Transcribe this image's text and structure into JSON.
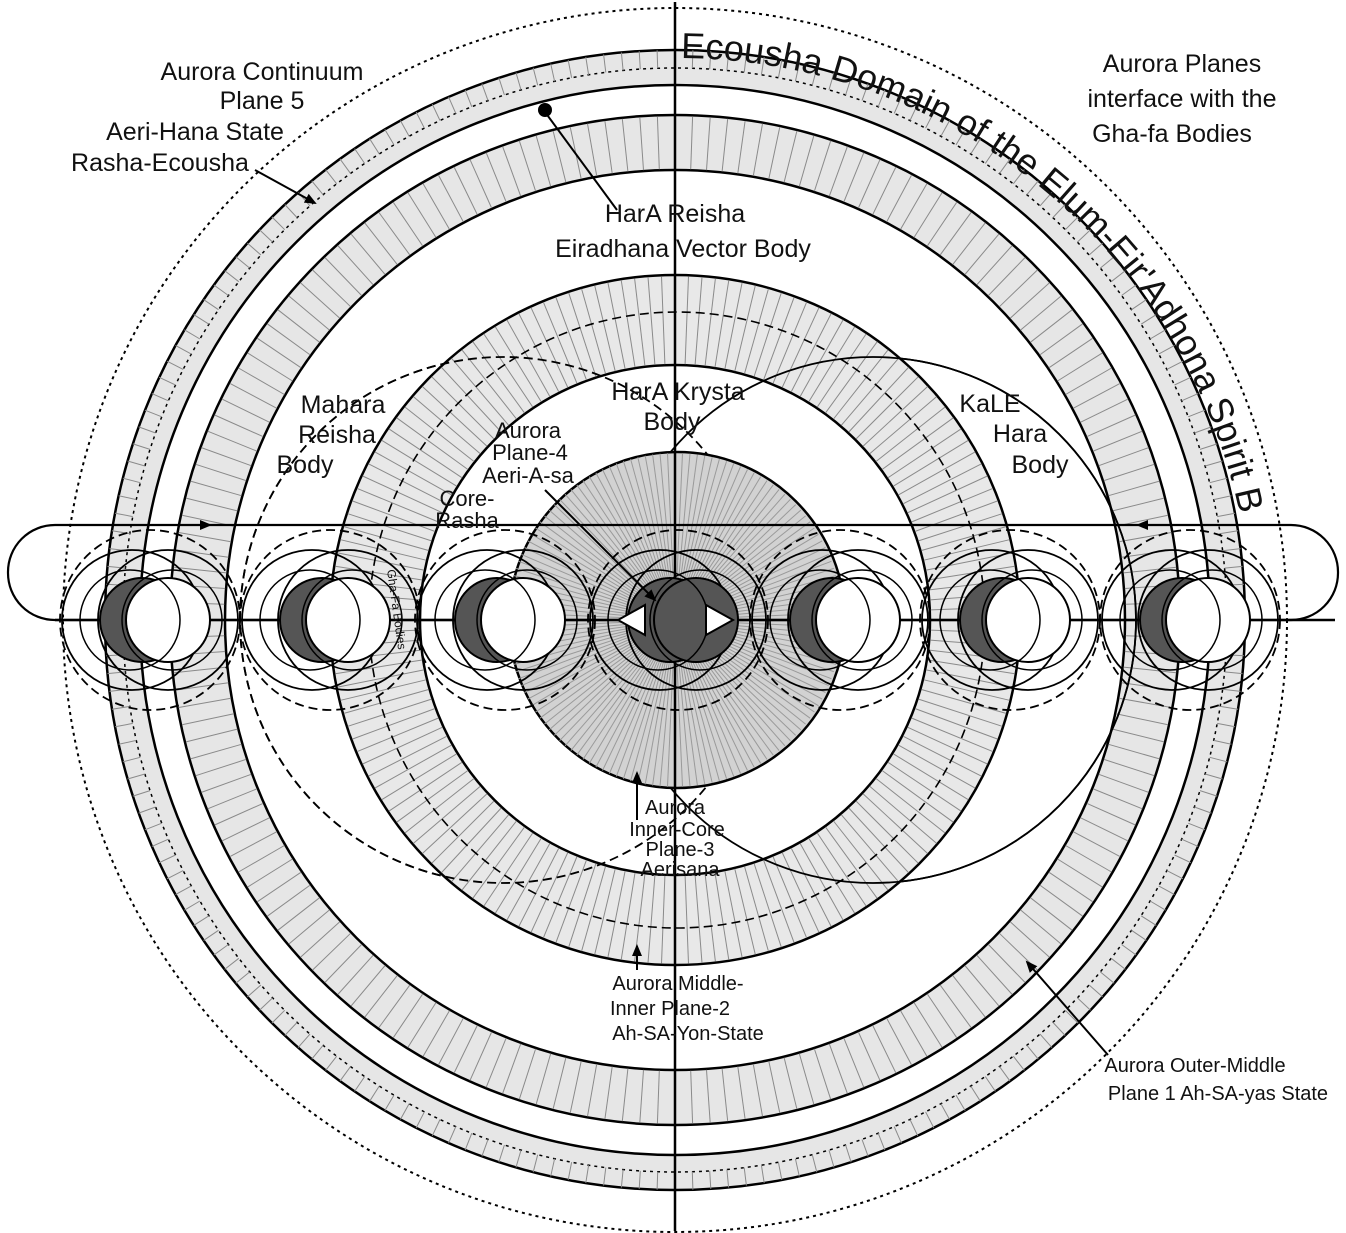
{
  "title": "Ecousha Domain of the Elum-Eir'Adhona Spirit Body",
  "labels": {
    "aurora_continuum": [
      "Aurora Continuum",
      "Plane 5",
      "Aeri-Hana State",
      "Rasha-Ecousha"
    ],
    "aurora_planes_interface": [
      "Aurora Planes",
      "interface with the",
      "Gha-fa Bodies"
    ],
    "hara_reisha": [
      "HarA Reisha",
      "Eiradhana Vector Body"
    ],
    "hara_krysta": [
      "HarA Krysta",
      "Body"
    ],
    "mahara_reisha": [
      "Mahara",
      "Reisha",
      "Body"
    ],
    "kale_hara": [
      "KaLE",
      "Hara",
      "Body"
    ],
    "aurora_plane4": [
      "Aurora",
      "Plane-4",
      "Aeri-A-sa",
      "Core-",
      "Rasha"
    ],
    "gha_fa_bodies": "Gha-Fa Bodies",
    "aurora_inner_core": [
      "Aurora",
      "Inner-Core",
      "Plane-3",
      "Aerisana"
    ],
    "aurora_middle_inner": [
      "Aurora Middle-",
      "Inner Plane-2",
      "Ah-SA-Yon-State"
    ],
    "aurora_outer_middle": [
      "Aurora Outer-Middle",
      "Plane 1 Ah-SA-yas State"
    ]
  },
  "colors": {
    "ink": "#000000",
    "band_fill": "#e6e6e6",
    "dark_crescent": "#555555",
    "background": "#ffffff"
  }
}
